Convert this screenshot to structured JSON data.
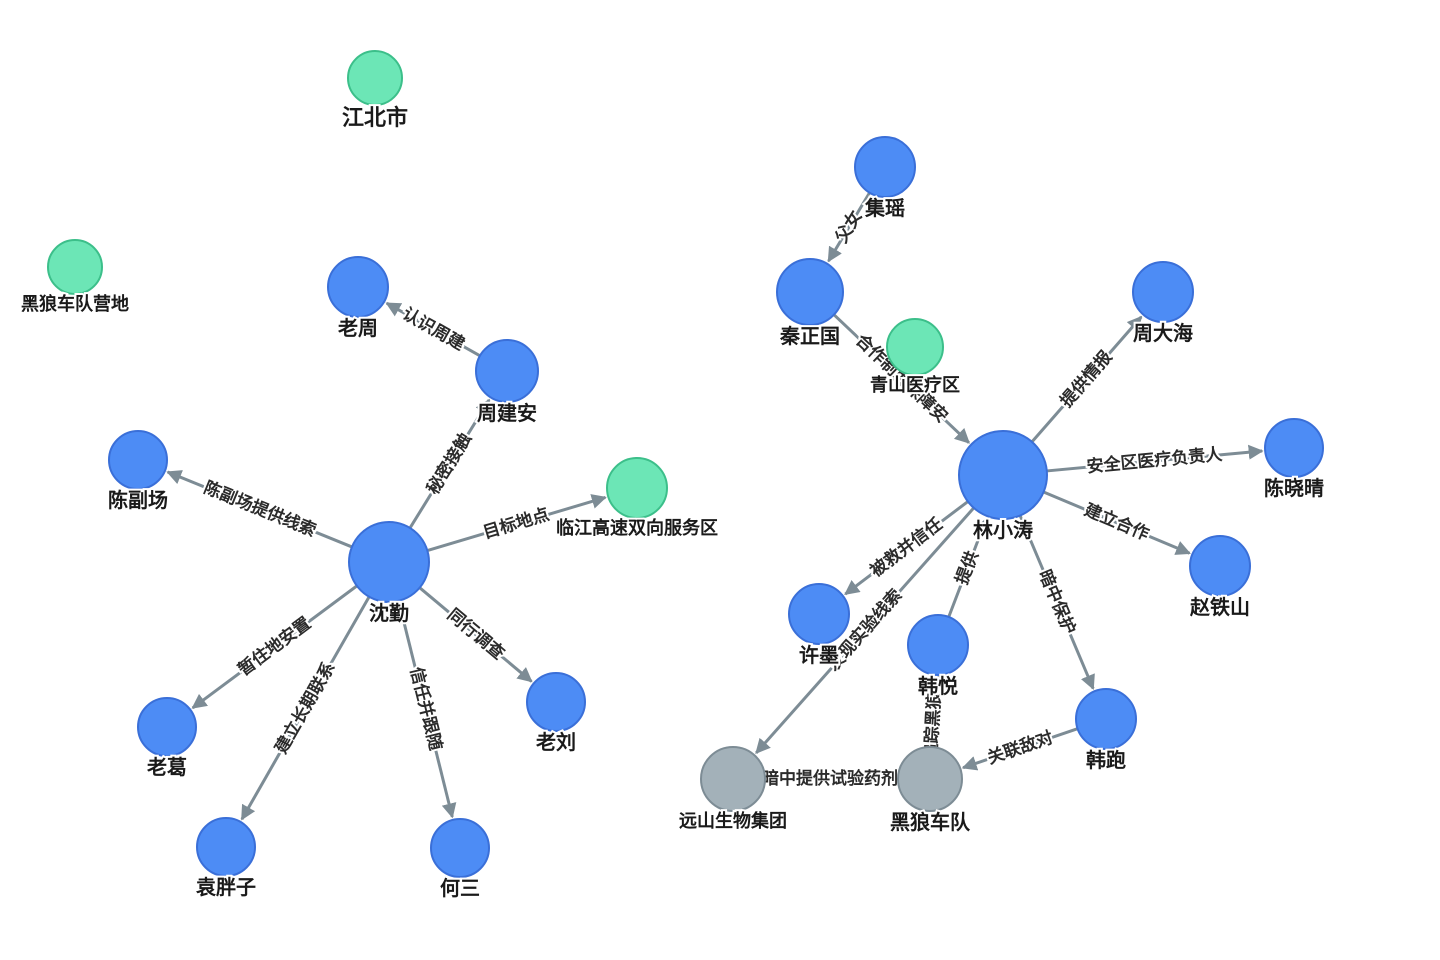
{
  "colors": {
    "person": "#4d8cf5",
    "person_stroke": "#3a6fd8",
    "place": "#6ce6b6",
    "place_stroke": "#3cbf8a",
    "org": "#a3b1b9",
    "org_stroke": "#7d8c95",
    "edge": "#7d8c95"
  },
  "nodes": [
    {
      "id": "jiangbei",
      "label": "江北市",
      "type": "place"
    },
    {
      "id": "heilang_camp",
      "label": "黑狼车队营地",
      "type": "place"
    },
    {
      "id": "laozhou",
      "label": "老周",
      "type": "person"
    },
    {
      "id": "zhoujianan",
      "label": "周建安",
      "type": "person"
    },
    {
      "id": "chenfuchang",
      "label": "陈副场",
      "type": "person"
    },
    {
      "id": "linjiang",
      "label": "临江高速双向服务区",
      "type": "place"
    },
    {
      "id": "shenqin",
      "label": "沈勤",
      "type": "person"
    },
    {
      "id": "laoge",
      "label": "老葛",
      "type": "person"
    },
    {
      "id": "laoliu",
      "label": "老刘",
      "type": "person"
    },
    {
      "id": "yuanpangzi",
      "label": "袁胖子",
      "type": "person"
    },
    {
      "id": "hesan",
      "label": "何三",
      "type": "person"
    },
    {
      "id": "jiyao",
      "label": "集瑶",
      "type": "person"
    },
    {
      "id": "qinzhengguo",
      "label": "秦正国",
      "type": "person"
    },
    {
      "id": "qingshan",
      "label": "青山医疗区",
      "type": "place"
    },
    {
      "id": "zhoudahai",
      "label": "周大海",
      "type": "person"
    },
    {
      "id": "linxiaotao",
      "label": "林小涛",
      "type": "person"
    },
    {
      "id": "chenxiaoqing",
      "label": "陈晓晴",
      "type": "person"
    },
    {
      "id": "zhaotieshan",
      "label": "赵铁山",
      "type": "person"
    },
    {
      "id": "xumo",
      "label": "许墨",
      "type": "person"
    },
    {
      "id": "hanyue",
      "label": "韩悦",
      "type": "person"
    },
    {
      "id": "hanpao",
      "label": "韩跑",
      "type": "person"
    },
    {
      "id": "yuanshan",
      "label": "远山生物集团",
      "type": "org"
    },
    {
      "id": "heilang",
      "label": "黑狼车队",
      "type": "org"
    }
  ],
  "edges": [
    {
      "from": "zhoujianan",
      "to": "laozhou",
      "label": "认识周建"
    },
    {
      "from": "shenqin",
      "to": "zhoujianan",
      "label": "秘密接触"
    },
    {
      "from": "shenqin",
      "to": "chenfuchang",
      "label": "陈副场提供线索"
    },
    {
      "from": "shenqin",
      "to": "linjiang",
      "label": "目标地点"
    },
    {
      "from": "shenqin",
      "to": "laoge",
      "label": "暂住地安置"
    },
    {
      "from": "shenqin",
      "to": "yuanpangzi",
      "label": "建立长期联系"
    },
    {
      "from": "shenqin",
      "to": "hesan",
      "label": "信任并跟随"
    },
    {
      "from": "shenqin",
      "to": "laoliu",
      "label": "同行调查"
    },
    {
      "from": "jiyao",
      "to": "qinzhengguo",
      "label": "父女"
    },
    {
      "from": "qinzhengguo",
      "to": "linxiaotao",
      "label": "合作制度保障安"
    },
    {
      "from": "linxiaotao",
      "to": "zhoudahai",
      "label": "提供情报"
    },
    {
      "from": "linxiaotao",
      "to": "chenxiaoqing",
      "label": "安全区医疗负责人"
    },
    {
      "from": "linxiaotao",
      "to": "zhaotieshan",
      "label": "建立合作"
    },
    {
      "from": "linxiaotao",
      "to": "xumo",
      "label": "被救并信任"
    },
    {
      "from": "linxiaotao",
      "to": "yuanshan",
      "label": "发现实验线索"
    },
    {
      "from": "hanyue",
      "to": "linxiaotao",
      "label": "提供"
    },
    {
      "from": "linxiaotao",
      "to": "hanpao",
      "label": "暗中保护"
    },
    {
      "from": "hanyue",
      "to": "heilang",
      "label": "追踪黑狼车队"
    },
    {
      "from": "yuanshan",
      "to": "heilang",
      "label": "暗中提供试验药剂"
    },
    {
      "from": "hanpao",
      "to": "heilang",
      "label": "关联敌对"
    }
  ]
}
